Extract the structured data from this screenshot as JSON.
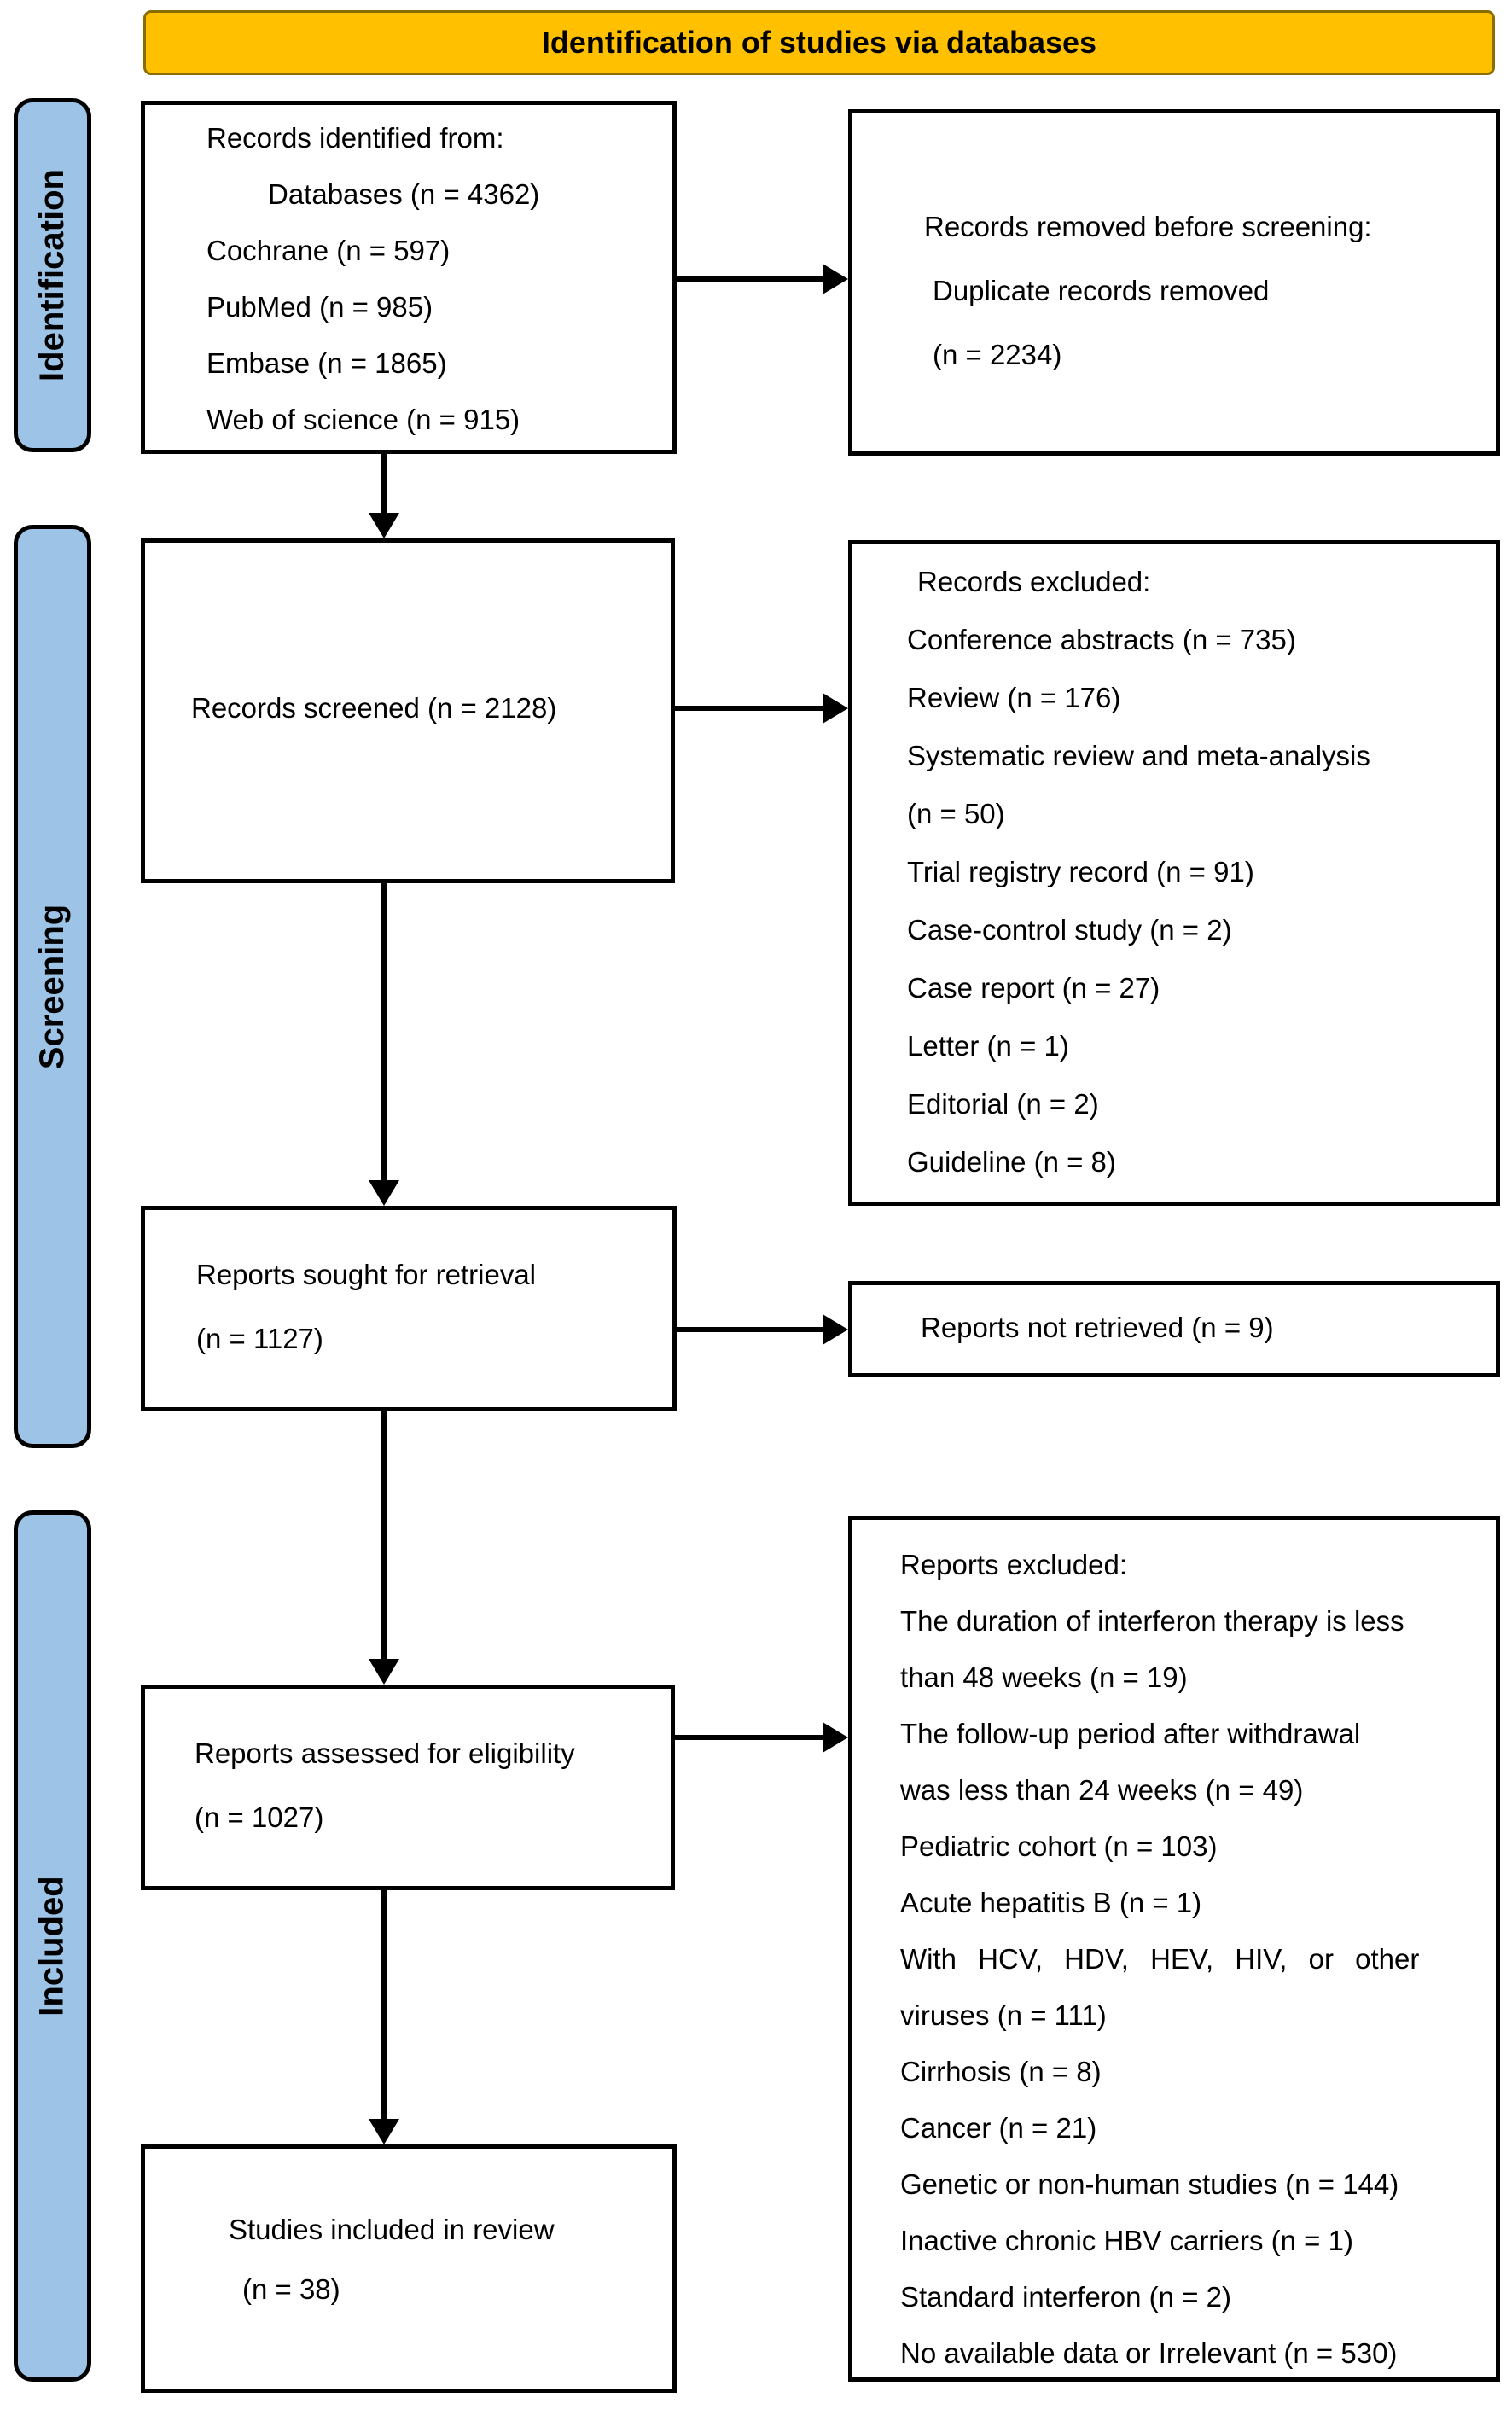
{
  "banner": {
    "title": "Identification of studies via databases"
  },
  "stages": {
    "identification": "Identification",
    "screening": "Screening",
    "included": "Included"
  },
  "boxes": {
    "records_identified": {
      "lines": [
        "Records identified from:",
        "Databases (n = 4362)",
        "Cochrane (n = 597)",
        "PubMed (n = 985)",
        "Embase (n = 1865)",
        "Web of science (n = 915)"
      ]
    },
    "records_removed": {
      "lines": [
        "Records removed before screening:",
        "Duplicate records removed",
        "(n = 2234)"
      ]
    },
    "records_screened": {
      "lines": [
        "Records screened (n = 2128)"
      ]
    },
    "records_excluded": {
      "lines": [
        "Records excluded:",
        "Conference abstracts (n = 735)",
        "Review (n = 176)",
        "Systematic review and meta-analysis",
        "(n = 50)",
        "Trial registry record (n = 91)",
        "Case-control study (n = 2)",
        "Case report (n = 27)",
        "Letter (n = 1)",
        "Editorial (n = 2)",
        "Guideline (n = 8)"
      ]
    },
    "reports_sought": {
      "lines": [
        "Reports sought for retrieval",
        "(n = 1127)"
      ]
    },
    "reports_not_retrieved": {
      "lines": [
        "Reports not retrieved (n = 9)"
      ]
    },
    "reports_assessed": {
      "lines": [
        "Reports assessed for eligibility",
        "(n = 1027)"
      ]
    },
    "reports_excluded": {
      "lines": [
        "Reports excluded:",
        "The duration of interferon therapy is less",
        "than 48 weeks (n = 19)",
        "The follow-up period after withdrawal",
        "was less than 24 weeks (n = 49)",
        "Pediatric cohort (n = 103)",
        "Acute hepatitis B (n = 1)",
        "With HCV, HDV, HEV, HIV, or other",
        "viruses (n = 111)",
        "Cirrhosis (n = 8)",
        "Cancer (n = 21)",
        "Genetic or non-human studies (n = 144)",
        "Inactive chronic HBV carriers (n = 1)",
        "Standard interferon (n = 2)",
        "No available data or Irrelevant (n = 530)"
      ]
    },
    "studies_included": {
      "lines": [
        "Studies included in review",
        "(n = 38)"
      ]
    }
  },
  "colors": {
    "banner_fill": "#FFC000",
    "banner_border": "#8A6D00",
    "stage_fill": "#9DC3E6",
    "box_border": "#000000",
    "arrow": "#000000"
  }
}
